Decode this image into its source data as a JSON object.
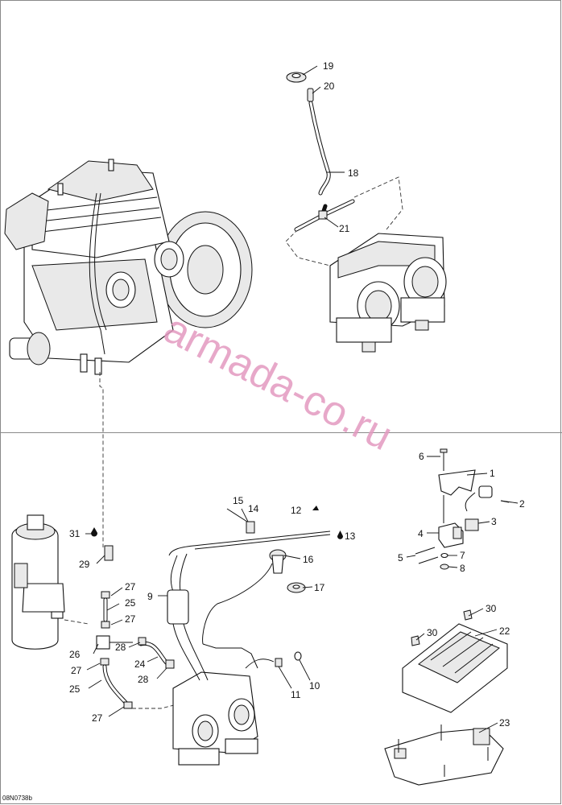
{
  "diagram": {
    "drawing_code": "08N0738b",
    "watermark": "armada-co.ru",
    "callouts": [
      {
        "id": "c1",
        "label": "1"
      },
      {
        "id": "c2",
        "label": "2"
      },
      {
        "id": "c3",
        "label": "3"
      },
      {
        "id": "c4",
        "label": "4"
      },
      {
        "id": "c5",
        "label": "5"
      },
      {
        "id": "c6",
        "label": "6"
      },
      {
        "id": "c7",
        "label": "7"
      },
      {
        "id": "c8",
        "label": "8"
      },
      {
        "id": "c9",
        "label": "9"
      },
      {
        "id": "c10",
        "label": "10"
      },
      {
        "id": "c11",
        "label": "11"
      },
      {
        "id": "c12",
        "label": "12"
      },
      {
        "id": "c13",
        "label": "13"
      },
      {
        "id": "c14",
        "label": "14"
      },
      {
        "id": "c15",
        "label": "15"
      },
      {
        "id": "c16",
        "label": "16"
      },
      {
        "id": "c17",
        "label": "17"
      },
      {
        "id": "c18",
        "label": "18"
      },
      {
        "id": "c19",
        "label": "19"
      },
      {
        "id": "c20",
        "label": "20"
      },
      {
        "id": "c21",
        "label": "21"
      },
      {
        "id": "c22",
        "label": "22"
      },
      {
        "id": "c23",
        "label": "23"
      },
      {
        "id": "c24",
        "label": "24"
      },
      {
        "id": "c25a",
        "label": "25"
      },
      {
        "id": "c25b",
        "label": "25"
      },
      {
        "id": "c26",
        "label": "26"
      },
      {
        "id": "c27a",
        "label": "27"
      },
      {
        "id": "c27b",
        "label": "27"
      },
      {
        "id": "c27c",
        "label": "27"
      },
      {
        "id": "c27d",
        "label": "27"
      },
      {
        "id": "c28a",
        "label": "28"
      },
      {
        "id": "c28b",
        "label": "28"
      },
      {
        "id": "c29",
        "label": "29"
      },
      {
        "id": "c30a",
        "label": "30"
      },
      {
        "id": "c30b",
        "label": "30"
      },
      {
        "id": "c31",
        "label": "31"
      }
    ]
  }
}
